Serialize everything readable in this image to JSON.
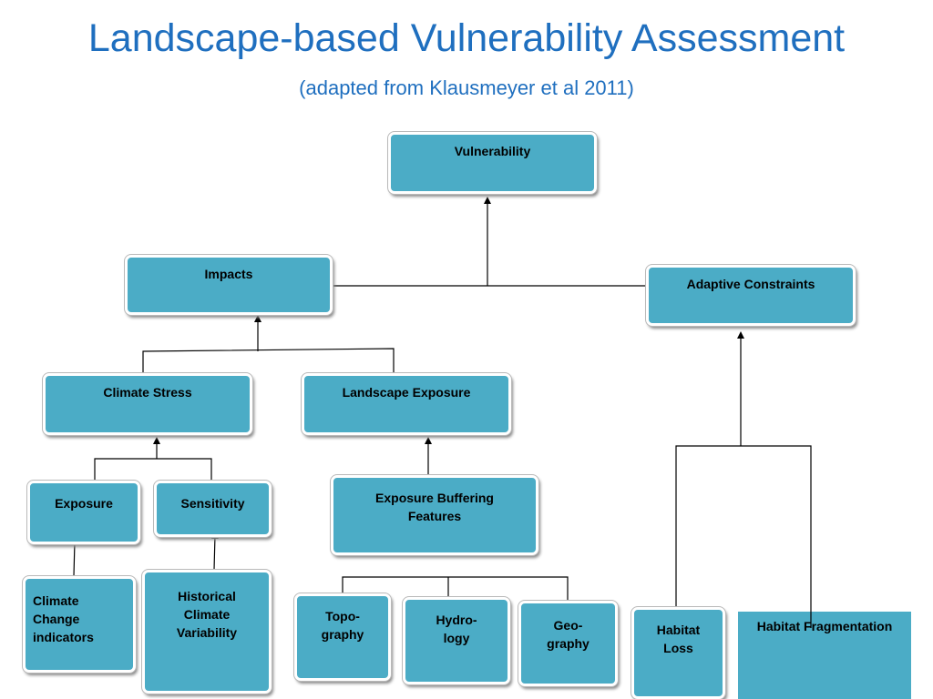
{
  "title": "Landscape-based Vulnerability Assessment",
  "subtitle": "(adapted from  Klausmeyer et al 2011)",
  "colors": {
    "title": "#1f6fbf",
    "box_fill": "#4bacc6",
    "connector": "#000000"
  },
  "nodes": {
    "vulnerability": "Vulnerability",
    "impacts": "Impacts",
    "adaptive_constraints": "Adaptive Constraints",
    "climate_stress": "Climate Stress",
    "landscape_exposure": "Landscape Exposure",
    "exposure": "Exposure",
    "sensitivity": "Sensitivity",
    "exposure_buffering_features": "Exposure Buffering\nFeatures",
    "climate_change_indicators": "Climate\nChange\nindicators",
    "historical_climate_variability": "Historical\nClimate\nVariability",
    "topography": "Topo-\ngraphy",
    "hydrology": "Hydro-\nlogy",
    "geography": "Geo-\ngraphy",
    "habitat_loss": "Habitat\nLoss",
    "habitat_fragmentation": "Habitat Fragmentation"
  }
}
